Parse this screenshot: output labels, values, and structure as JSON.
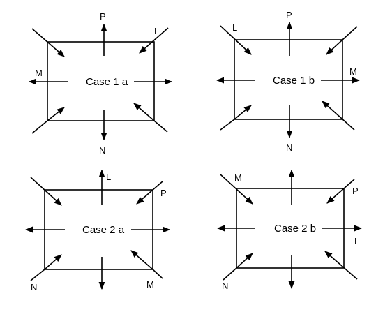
{
  "diagrams": [
    {
      "caption": "Case 1 a",
      "labels": {
        "top": "P",
        "top_right": "L",
        "left": "M",
        "bottom": "N"
      }
    },
    {
      "caption": "Case 1 b",
      "labels": {
        "top": "P",
        "top_left": "L",
        "right": "M",
        "bottom": "N"
      }
    },
    {
      "caption": "Case 2 a",
      "labels": {
        "top": "L",
        "top_right": "P",
        "bottom_left": "N",
        "bottom_right": "M"
      }
    },
    {
      "caption": "Case 2 b",
      "labels": {
        "top_left": "M",
        "top_right": "P",
        "right": "L",
        "bottom_left": "N"
      }
    }
  ]
}
